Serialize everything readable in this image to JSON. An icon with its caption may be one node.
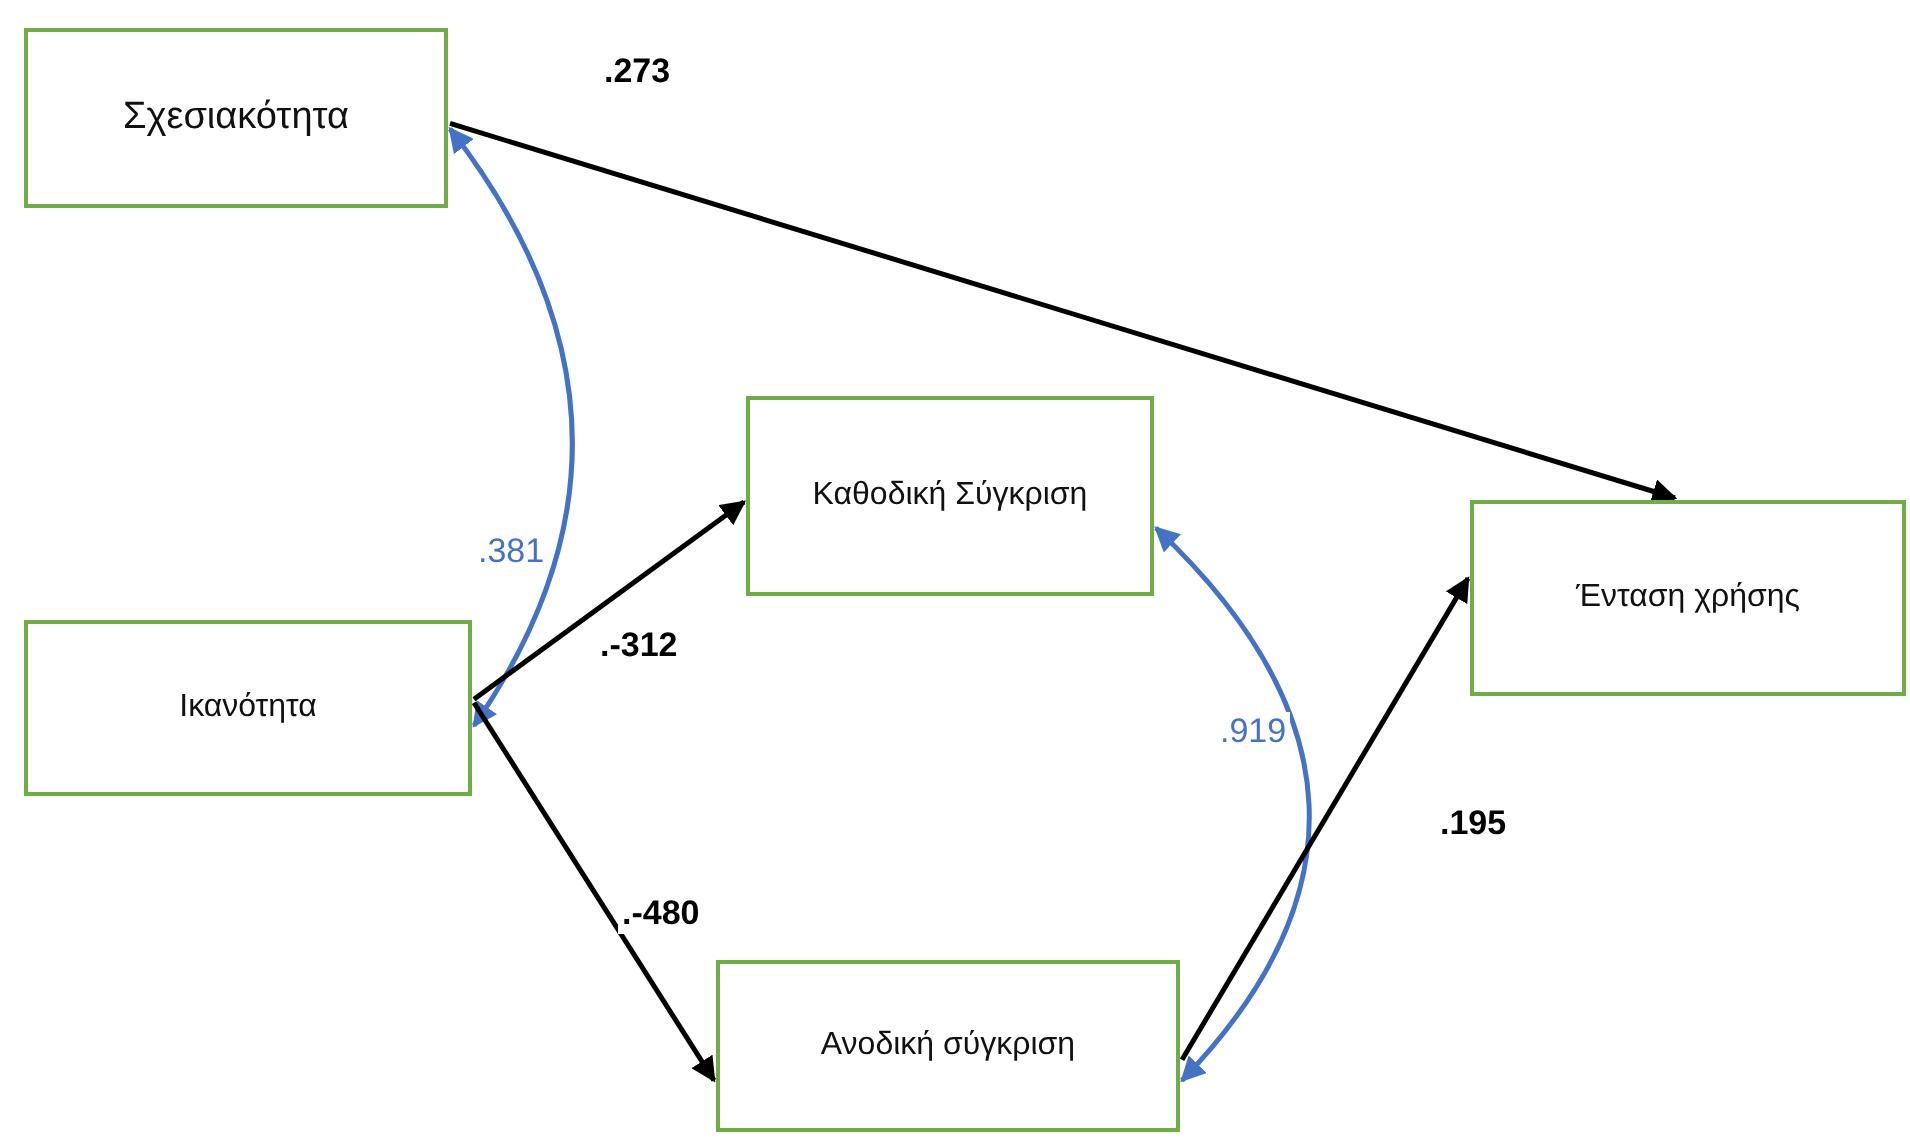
{
  "diagram": {
    "nodes": [
      {
        "text": [
          "Σχεσιακότητα"
        ]
      },
      {
        "text": [
          "Ικανότητα"
        ]
      },
      {
        "text": [
          "Καθοδική Σύγκριση"
        ]
      },
      {
        "text": [
          "Ένταση χρήσης"
        ]
      },
      {
        "text": [
          "Ανοδική σύγκριση"
        ]
      }
    ],
    "edges": [
      {
        "from": 0,
        "to": 3,
        "arrow": "to",
        "label": ".273"
      },
      {
        "from": 0,
        "to": 1,
        "arrow": "both",
        "label": ".381",
        "color": "#4472c4"
      },
      {
        "from": 1,
        "to": 2,
        "arrow": "to",
        "label": ".-312"
      },
      {
        "from": 1,
        "to": 4,
        "arrow": "to",
        "label": ".-480"
      },
      {
        "from": 2,
        "to": 4,
        "arrow": "both",
        "label": ".919",
        "color": "#4472c4"
      },
      {
        "from": 4,
        "to": 3,
        "arrow": "to",
        "label": ".195"
      }
    ]
  }
}
